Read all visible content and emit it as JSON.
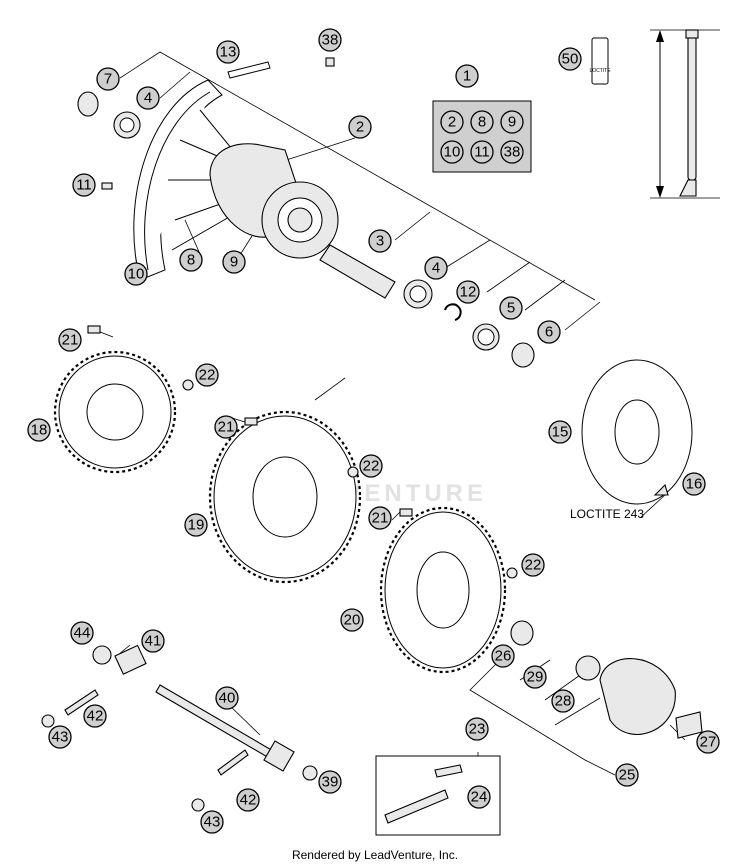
{
  "callouts": {
    "c1": "1",
    "c2": "2",
    "c2k": "2",
    "c3": "3",
    "c4a": "4",
    "c4b": "4",
    "c5": "5",
    "c6": "6",
    "c7": "7",
    "c8": "8",
    "c8k": "8",
    "c9": "9",
    "c9k": "9",
    "c10": "10",
    "c10k": "10",
    "c11": "11",
    "c11k": "11",
    "c12": "12",
    "c13": "13",
    "c15": "15",
    "c16": "16",
    "c18": "18",
    "c19": "19",
    "c20": "20",
    "c21a": "21",
    "c21b": "21",
    "c21c": "21",
    "c22a": "22",
    "c22b": "22",
    "c22c": "22",
    "c23": "23",
    "c24": "24",
    "c25": "25",
    "c26": "26",
    "c27": "27",
    "c28": "28",
    "c29": "29",
    "c38": "38",
    "c38k": "38",
    "c39": "39",
    "c40": "40",
    "c41": "41",
    "c42a": "42",
    "c42b": "42",
    "c43a": "43",
    "c43b": "43",
    "c44": "44",
    "c50": "50"
  },
  "loctite_label": "LOCTITE 243",
  "tube_label": "LOCTITE",
  "watermark": "LEADVENTURE",
  "footer": "Rendered by LeadVenture, Inc."
}
